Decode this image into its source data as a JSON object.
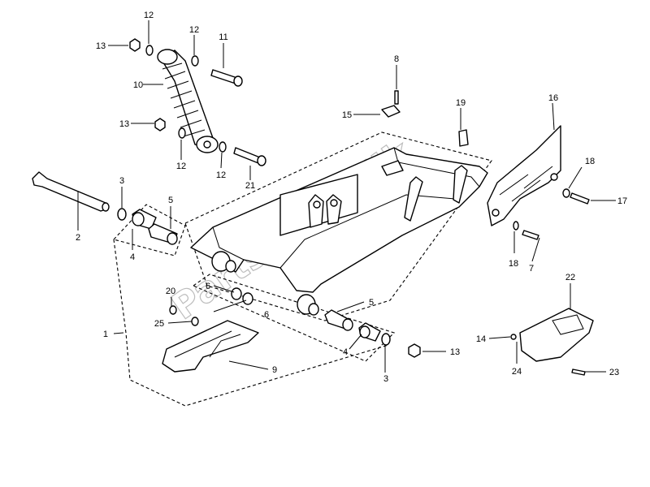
{
  "watermark": "PartsRepublik",
  "callouts": [
    "1",
    "2",
    "3",
    "3",
    "4",
    "4",
    "5",
    "5",
    "6",
    "6",
    "7",
    "8",
    "9",
    "10",
    "11",
    "12",
    "12",
    "12",
    "12",
    "13",
    "13",
    "13",
    "14",
    "15",
    "16",
    "17",
    "18",
    "18",
    "19",
    "20",
    "21",
    "22",
    "23",
    "24",
    "25"
  ]
}
